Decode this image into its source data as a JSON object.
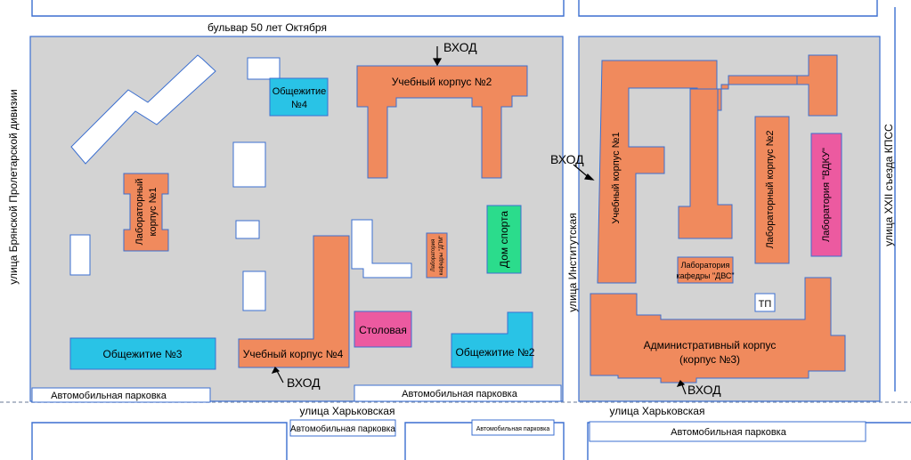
{
  "colors": {
    "ground": "#d3d3d3",
    "ground_border": "#3b6fd0",
    "academic": "#f08a5d",
    "dorm": "#29c3e6",
    "sport": "#2bdc8c",
    "lab_pink": "#ec5aa0",
    "white_building": "#ffffff",
    "road_outline": "#3b6fd0",
    "text": "#000000"
  },
  "streets": {
    "top": "бульвар 50 лет Октября",
    "left": "улица Брянской Пролетарской дивизии",
    "middle": "улица Институтская",
    "right": "улица XXII съезда КПСС",
    "bottom_left": "улица Харьковская",
    "bottom_right": "улица Харьковская"
  },
  "parking": {
    "p1": "Автомобильная парковка",
    "p2": "Автомобильная парковка",
    "p3": "Автомобильная парковка",
    "p4": "Автомобильная парковка",
    "p5": "Автомобильная парковка"
  },
  "entrances": {
    "e1": "ВХОД",
    "e2": "ВХОД",
    "e3": "ВХОД",
    "e4": "ВХОД"
  },
  "buildings": {
    "dorm4_line1": "Общежитие",
    "dorm4_line2": "№4",
    "uk2": "Учебный корпус №2",
    "lab1_line1": "Лабораторный",
    "lab1_line2": "корпус №1",
    "dpm_line1": "Лаборатория",
    "dpm_line2": "кафедры \"ДПМ\"",
    "sport": "Дом спорта",
    "canteen": "Столовая",
    "dorm3": "Общежитие №3",
    "uk4": "Учебный корпус №4",
    "dorm2": "Общежитие №2",
    "uk1": "Учебный корпус №1",
    "lab2": "Лабораторный корпус №2",
    "vdku": "Лаборатория \"ВДКУ\"",
    "dvs_line1": "Лаборатория",
    "dvs_line2": "кафедры \"ДВС\"",
    "tp": "ТП",
    "admin_line1": "Административный корпус",
    "admin_line2": "(корпус №3)"
  }
}
